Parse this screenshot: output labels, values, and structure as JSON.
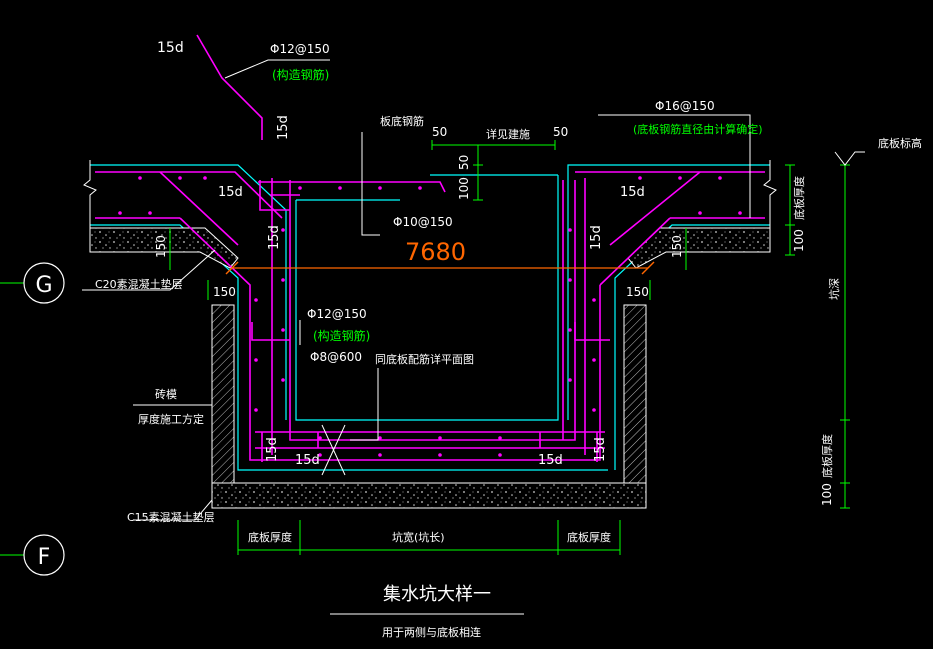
{
  "drawing": {
    "title": "集水坑大样一",
    "subtitle": "用于两侧与底板相连",
    "dimension_value": "7680"
  },
  "axes": {
    "top": "G",
    "bottom": "F"
  },
  "labels": {
    "anchor_15d_top": "15d",
    "anchor_15d_vertical": "15d",
    "rebar_phi12_top": "Φ12@150",
    "rebar_phi12_top_note": "(构造钢筋)",
    "slab_bottom_rebar": "板底钢筋",
    "dim_50_left": "50",
    "dim_detail": "详见建施",
    "dim_50_right": "50",
    "rebar_phi16": "Φ16@150",
    "rebar_phi16_note": "(底板钢筋直径由计算确定)",
    "slab_top_elev": "底板标高",
    "dim_50_vertical": "50",
    "dim_100_vertical": "100",
    "anchor_15d_left": "15d",
    "anchor_15d_right": "15d",
    "anchor_15d_wall_left": "15d",
    "anchor_15d_wall_right": "15d",
    "rebar_phi10": "Φ10@150",
    "slab_thickness_right": "底板厚度",
    "dim_100_right": "100",
    "dim_150_left_a": "150",
    "dim_150_right_a": "150",
    "c20_cushion": "C20素混凝土垫层",
    "dim_150_left_b": "150",
    "dim_150_right_b": "150",
    "pit_depth": "坑深",
    "rebar_phi12_mid": "Φ12@150",
    "rebar_phi12_mid_note": "(构造钢筋)",
    "rebar_phi8": "Φ8@600",
    "same_as_slab": "同底板配筋详平面图",
    "brick_mold": "砖模",
    "thickness_by_site": "厚度施工方定",
    "anchor_15d_bottom_left_v": "15d",
    "anchor_15d_bottom_left_h": "15d",
    "anchor_15d_bottom_right_h": "15d",
    "anchor_15d_bottom_right_v": "15d",
    "slab_thickness_bottom": "底板厚度",
    "dim_100_bottom": "100",
    "c15_cushion": "C15素混凝土垫层",
    "bottom_dim_left": "底板厚度",
    "bottom_dim_center": "坑宽(坑长)",
    "bottom_dim_right": "底板厚度"
  },
  "colors": {
    "background": "#000000",
    "concrete": "#00ffff",
    "rebar": "#ff00ff",
    "dimension": "#00ff00",
    "text": "#ffffff",
    "highlight": "#ff6600",
    "leader": "#ffffff"
  }
}
